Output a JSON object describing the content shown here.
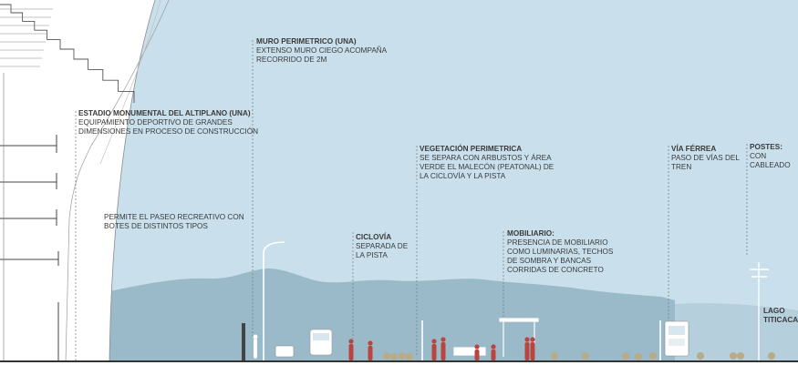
{
  "annotations": {
    "muro": {
      "title": "MURO PERIMETRICO (UNA)",
      "lines": [
        "EXTENSO MURO CIEGO ACOMPAÑA",
        "RECORRIDO DE 2M"
      ]
    },
    "estadio": {
      "title": "ESTADIO MONUMENTAL DEL ALTIPLANO (UNA)",
      "lines": [
        "EQUIPAMIENTO DEPORTIVO DE GRANDES",
        "DIMENSIONES EN PROCESO DE CONSTRUCCIÓN"
      ]
    },
    "paseo": {
      "lines": [
        "PERMITE EL PASEO RECREATIVO CON",
        "BOTES DE DISTINTOS TIPOS"
      ]
    },
    "vegetacion": {
      "title": "VEGETACIÓN PERIMETRICA",
      "lines": [
        "SE SEPARA CON ARBUSTOS Y ÁREA",
        "VERDE EL MALECÓN (PEATONAL) DE",
        "LA CICLOVÍA Y LA PISTA"
      ]
    },
    "ciclovia": {
      "title": "CICLOVÍA",
      "lines": [
        "SEPARADA DE",
        "LA PISTA"
      ]
    },
    "mobiliario": {
      "title": "MOBILIARIO:",
      "lines": [
        "PRESENCIA DE MOBILIARIO",
        "COMO LUMINARIAS, TECHOS",
        "DE SOMBRA Y BANCAS",
        "CORRIDAS DE CONCRETO"
      ]
    },
    "via": {
      "title": "VÍA FÉRREA",
      "lines": [
        "PASO DE VÍAS DEL",
        "TREN"
      ]
    },
    "postes": {
      "title": "POSTES:",
      "lines": [
        "CON",
        "CABLEADO"
      ]
    },
    "lago": {
      "lines": [
        "LAGO",
        "TITICACA"
      ]
    }
  },
  "colors": {
    "sky": "#c9e0ec",
    "mountain": "#9ab9c9",
    "water": "#b9d3e1",
    "text": "#3a3a3a",
    "figure": "#b8463f",
    "shrub": "#b7ab8a",
    "ground": "#333333"
  }
}
